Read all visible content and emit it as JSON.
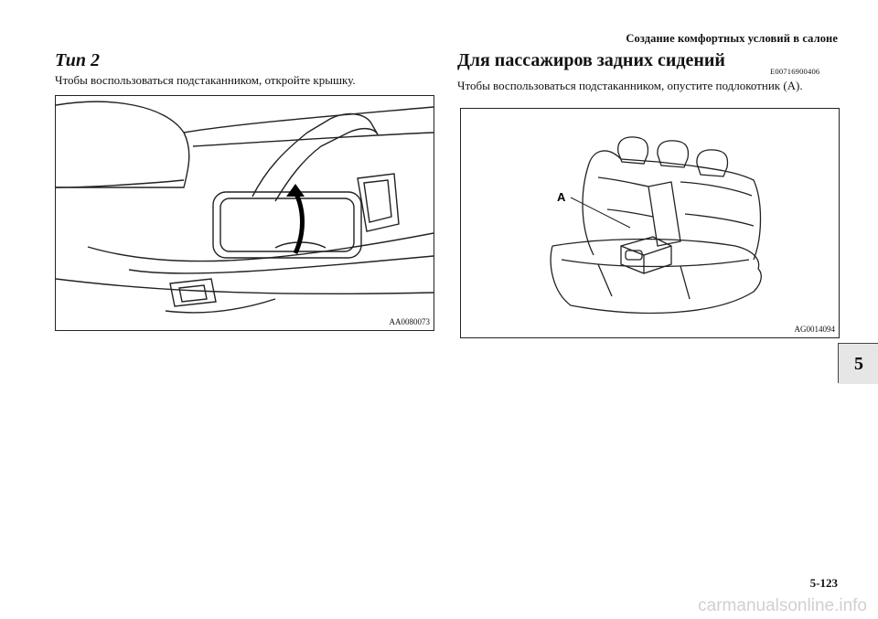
{
  "header": {
    "section_title": "Создание комфортных условий в салоне"
  },
  "left": {
    "heading": "Тип 2",
    "text": "Чтобы воспользоваться подстаканником, откройте крышку.",
    "figure_code": "AA0080073"
  },
  "right": {
    "heading": "Для пассажиров задних сидений",
    "ref_code": "E00716900406",
    "text": "Чтобы воспользоваться подстаканником, опустите подлокотник (A).",
    "figure_label": "A",
    "figure_code": "AG0014094"
  },
  "chapter_tab": {
    "number": "5"
  },
  "footer": {
    "page_number": "5-123",
    "watermark": "carmanualsonline.info"
  }
}
